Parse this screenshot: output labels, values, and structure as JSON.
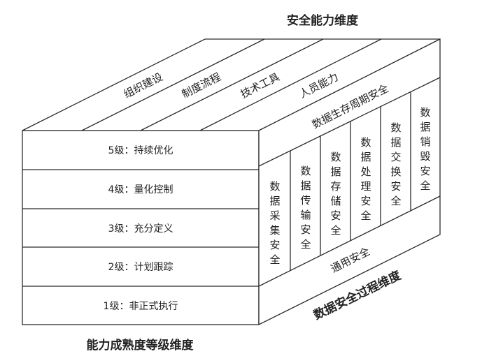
{
  "titles": {
    "top": "安全能力维度",
    "bottom_left": "能力成熟度等级维度",
    "right": "数据安全过程维度"
  },
  "capability_dims": [
    "组织建设",
    "制度流程",
    "技术工具",
    "人员能力"
  ],
  "levels": [
    "5级：持续优化",
    "4级：量化控制",
    "3级：充分定义",
    "2级：计划跟踪",
    "1级：非正式执行"
  ],
  "lifecycle": {
    "label": "数据生存周期安全",
    "stages": [
      "数据采集安全",
      "数据传输安全",
      "数据存储安全",
      "数据处理安全",
      "数据交换安全",
      "数据销毁安全"
    ]
  },
  "general": "通用安全"
}
